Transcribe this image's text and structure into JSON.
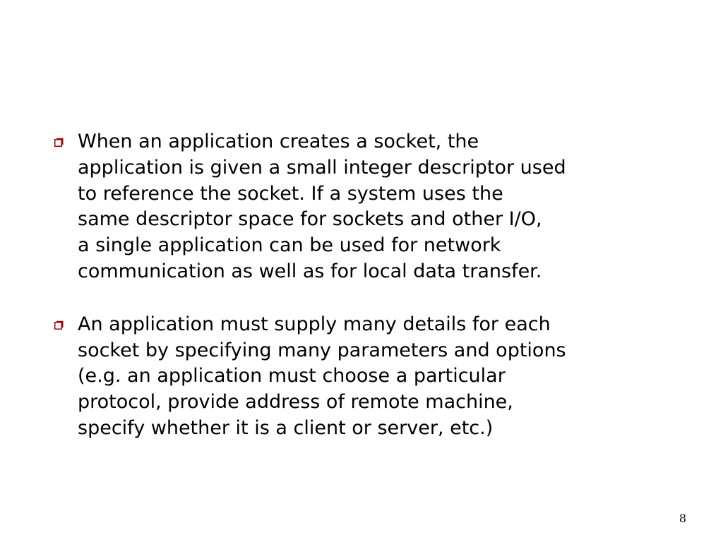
{
  "bullet_icon": "hollow-square-bullet-icon",
  "colors": {
    "background": "#ffffff",
    "text": "#000000",
    "bullet": "#a00000"
  },
  "bullets": [
    {
      "text": "When an application creates a socket, the\napplication is given a small integer descriptor used\nto reference the socket. If a system uses the\nsame descriptor space for sockets and other I/O,\na single application can be used for network\ncommunication as well as for local data transfer."
    },
    {
      "text": "An application must supply many details for each\nsocket by specifying many parameters and options\n(e.g. an application must choose a particular\nprotocol, provide address of remote machine,\nspecify whether it is a client or server, etc.)"
    }
  ],
  "page_number": "8"
}
